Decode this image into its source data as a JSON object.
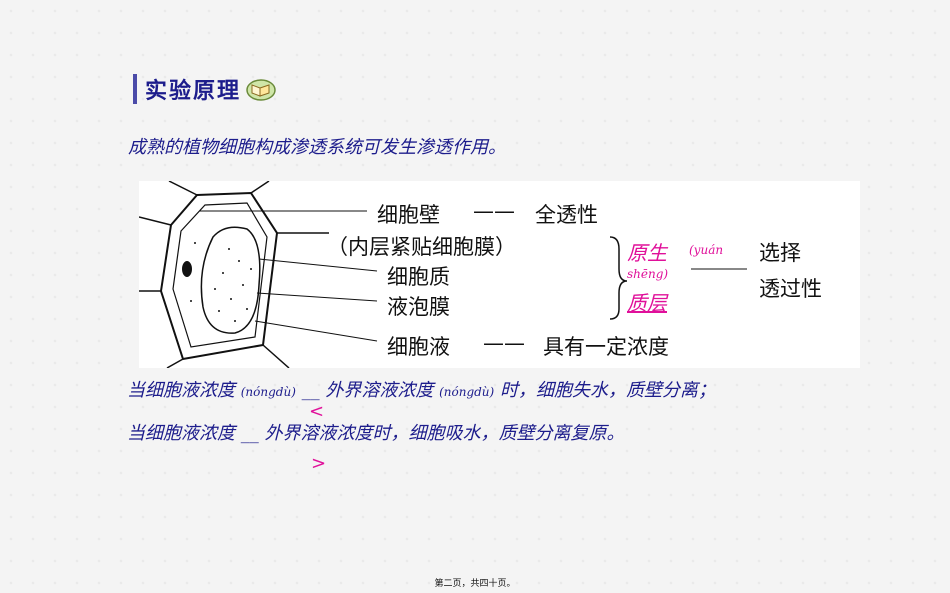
{
  "heading": "实验原理",
  "intro": "成熟的植物细胞构成渗透系统可发生渗透作用。",
  "diagram": {
    "cell_wall": "细胞壁",
    "cell_wall_dash": "——",
    "cell_wall_prop": "全透性",
    "membrane_note": "（内层紧贴细胞膜）",
    "cytoplasm": "细胞质",
    "vacuole_membrane": "液泡膜",
    "cell_sap": "细胞液",
    "cell_sap_dash": "——",
    "cell_sap_prop": "具有一定浓度",
    "proto1": "原生",
    "proto_pinyin1": "(yuán",
    "proto_pinyin2": "shēng)",
    "proto2": "质层",
    "selective1": "选择",
    "selective2": "透过性"
  },
  "line1": {
    "a": "当细胞液浓度",
    "pinyin1": "(nóngdù)",
    "blank": "__",
    "b": "外界溶液浓度",
    "pinyin2": "(nóngdù)",
    "c": "时，细胞失水，质壁分离；"
  },
  "line2": {
    "a": "当细胞液浓度",
    "blank": "__",
    "b": "外界溶液浓度时，细胞吸水，质壁分离复原。"
  },
  "symbols": {
    "less": "<",
    "greater": ">"
  },
  "footer": "第二页，共四十页。"
}
